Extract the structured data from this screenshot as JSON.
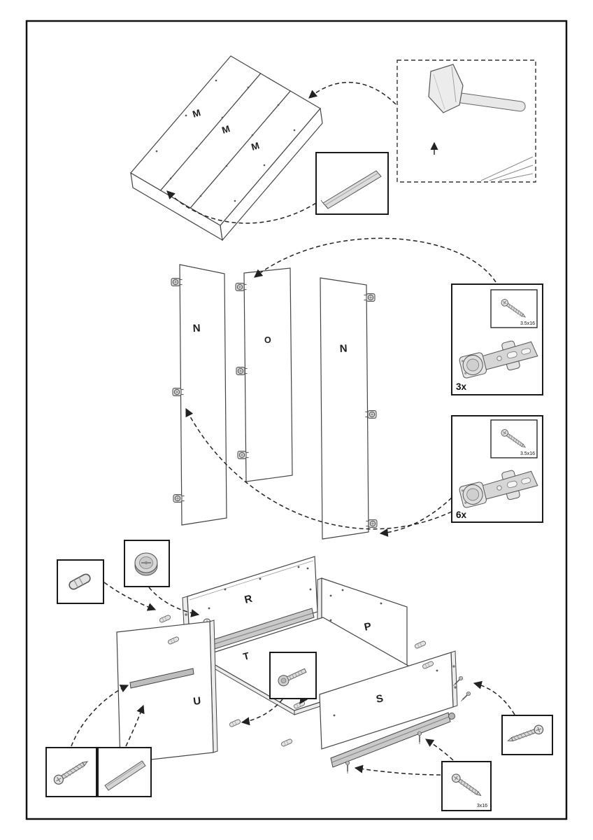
{
  "drawing": {
    "line_color": "#222222",
    "panel_fill": "#ffffff",
    "metal_fill": "#d9d9d9"
  },
  "labels": {
    "panel_m1": "M",
    "panel_m2": "M",
    "panel_m3": "M",
    "door_left": "N",
    "door_middle": "O",
    "door_right": "N",
    "drawer_back": "R",
    "drawer_side": "P",
    "drawer_bottom": "T",
    "drawer_inner_front": "U",
    "drawer_front": "S"
  },
  "insets": {
    "hinge_top": {
      "quantity": "3x",
      "screw_size": "3.5x16"
    },
    "hinge_bottom": {
      "quantity": "6x",
      "screw_size": "3.5x16"
    },
    "front_screw": {
      "size": "3x16"
    }
  }
}
